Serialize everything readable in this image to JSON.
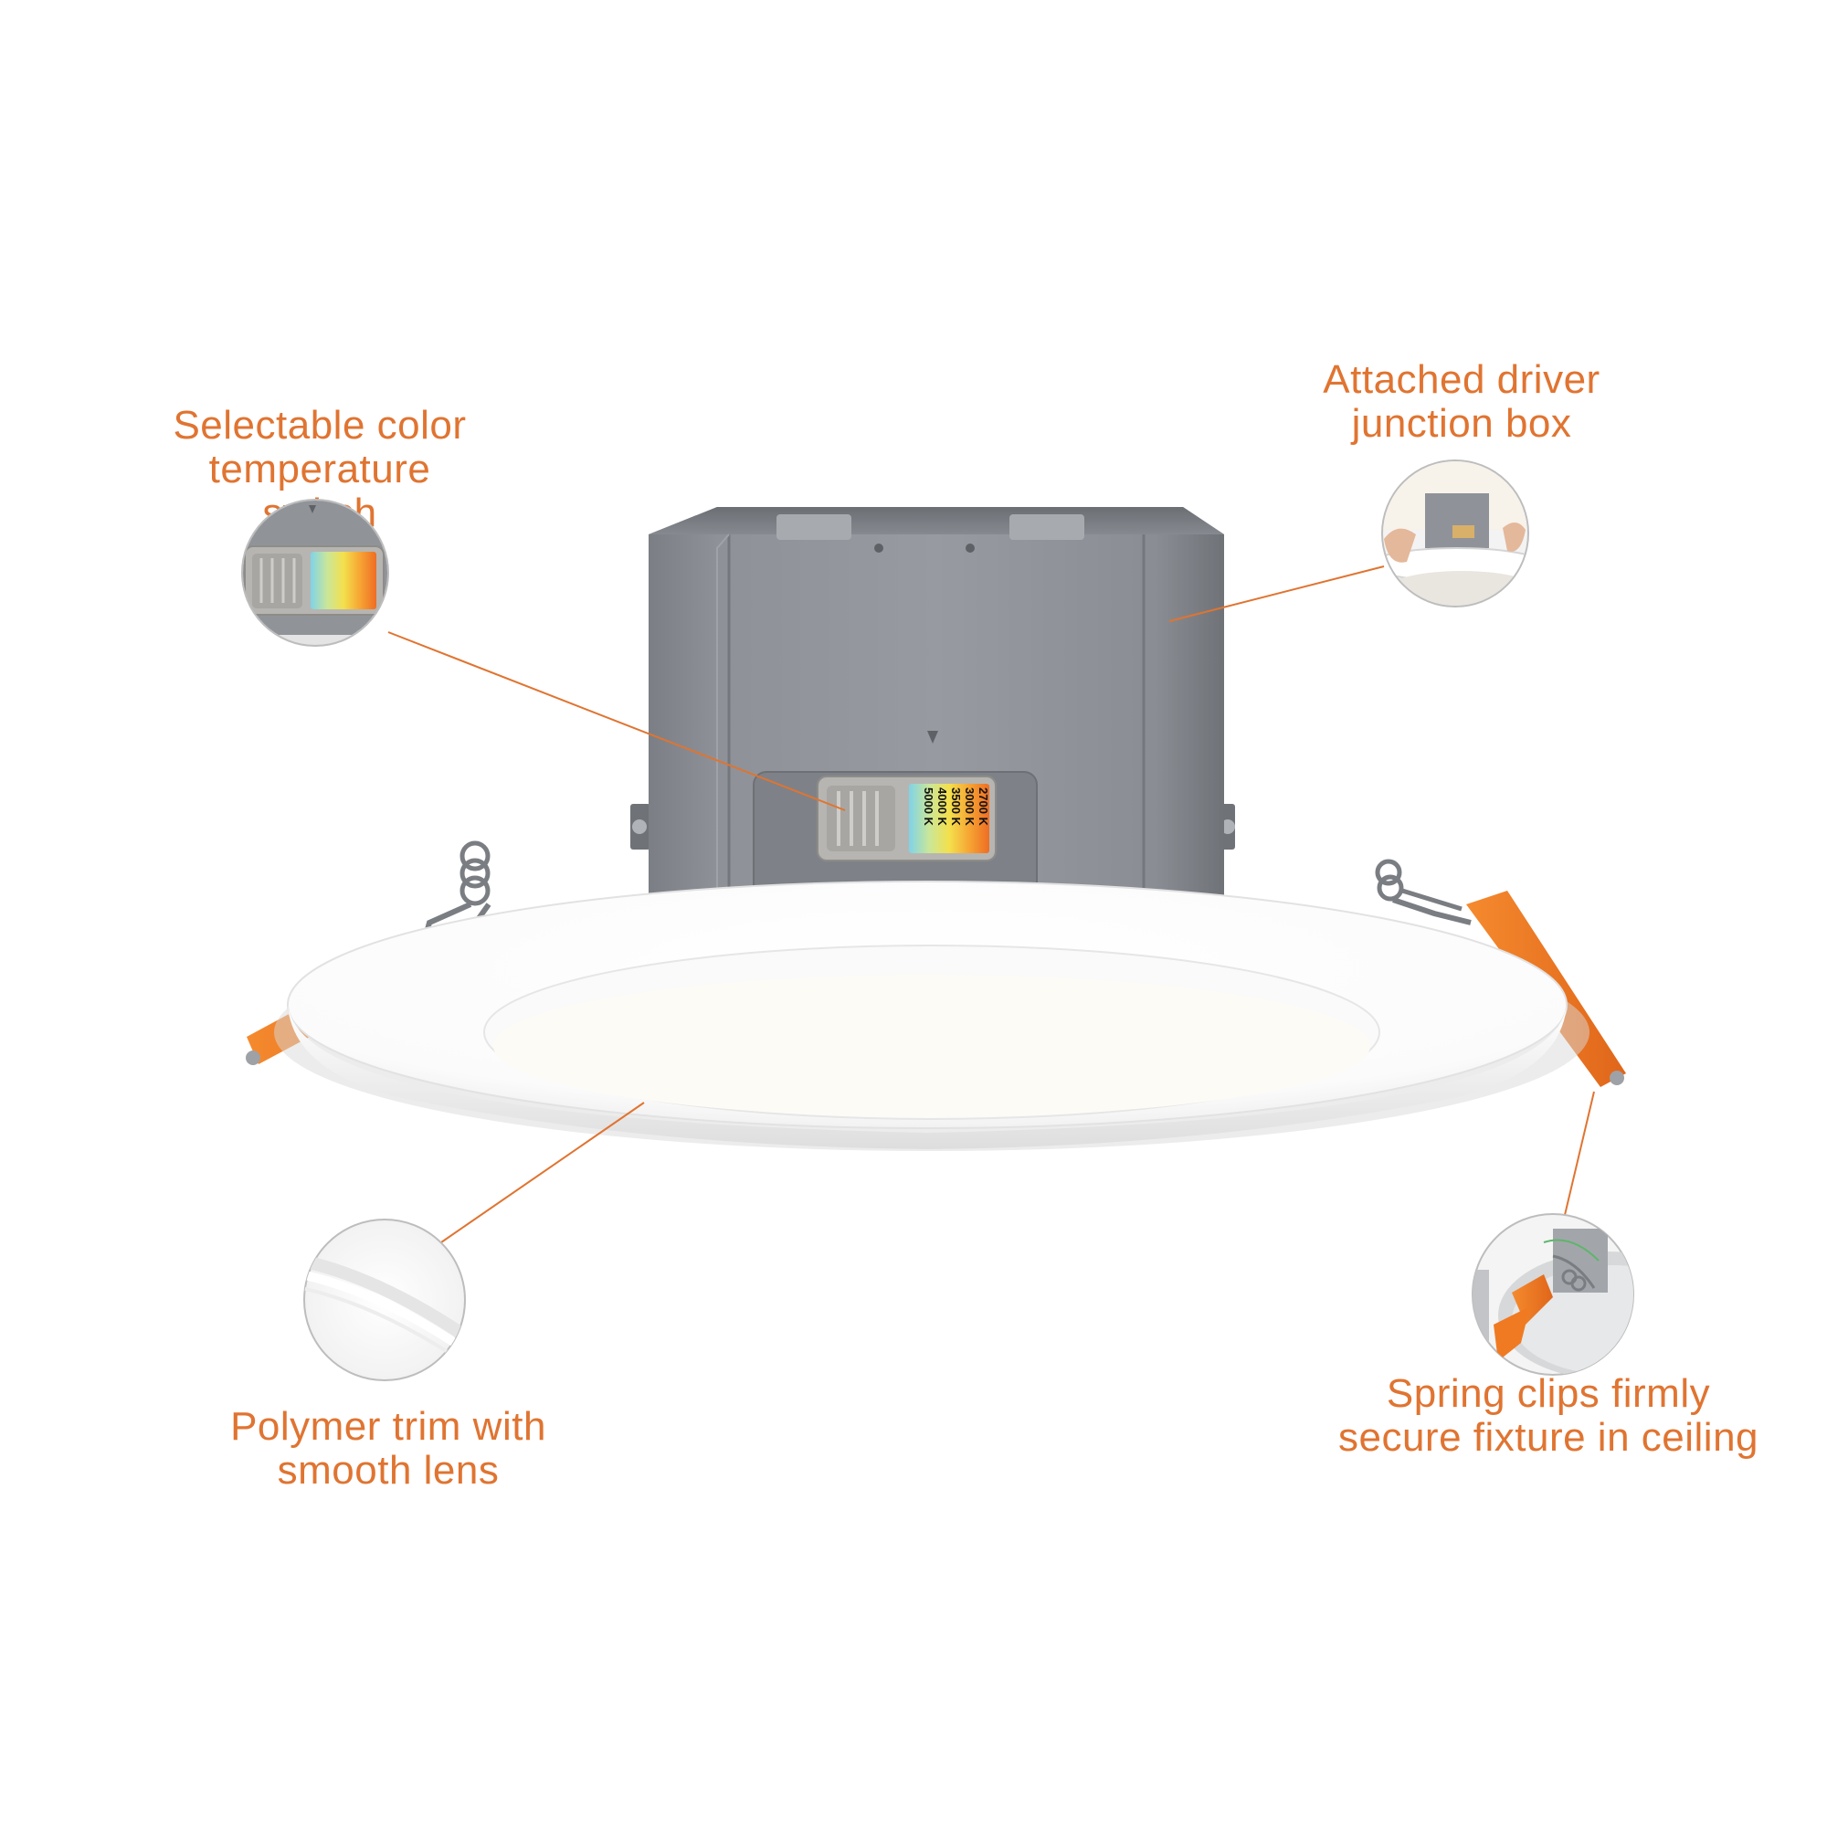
{
  "callouts": {
    "color_switch": {
      "line1": "Selectable color",
      "line2": "temperature switch"
    },
    "junction_box": {
      "line1": "Attached driver",
      "line2": "junction box"
    },
    "trim": {
      "line1": "Polymer trim with",
      "line2": "smooth lens"
    },
    "spring_clips": {
      "line1": "Spring clips firmly",
      "line2": "secure fixture in ceiling"
    }
  },
  "switch_label": {
    "temps": [
      "2700 K",
      "3000 K",
      "3500 K",
      "4000 K",
      "5000 K"
    ]
  },
  "colors": {
    "accent": "#e07431",
    "leader": "#e07431",
    "box": "#8f9399",
    "trim": "#ffffff",
    "clip": "#f07a22"
  }
}
